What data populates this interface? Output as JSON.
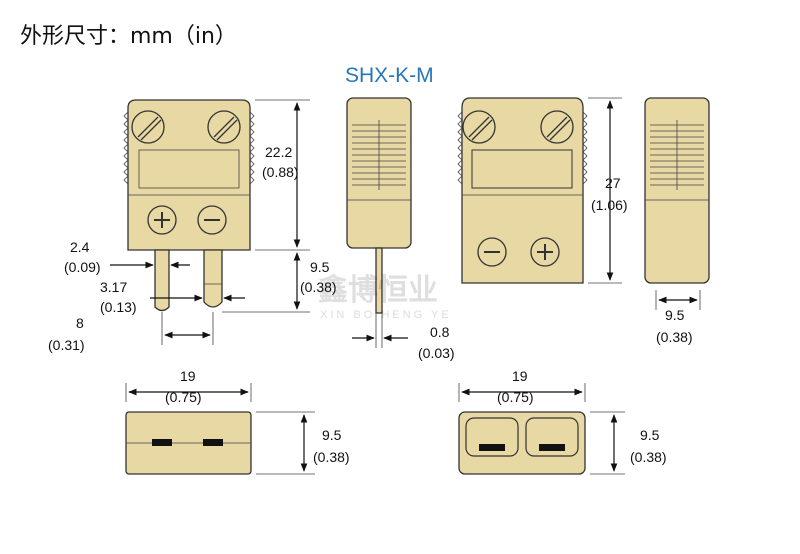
{
  "header": {
    "title": "外形尺寸：mm（in）"
  },
  "model": "SHX-K-M",
  "watermark": {
    "chinese": "鑫博恒业",
    "english": "XIN BO HENG YE"
  },
  "dimensions": {
    "male_body_height": {
      "mm": "22.2",
      "in": "(0.88)"
    },
    "pin_length": {
      "mm": "9.5",
      "in": "(0.38)"
    },
    "pin_thin_width": {
      "mm": "2.4",
      "in": "(0.09)"
    },
    "pin_wide_width": {
      "mm": "3.17",
      "in": "(0.13)"
    },
    "pin_spacing": {
      "mm": "8",
      "in": "(0.31)"
    },
    "side_pin_width": {
      "mm": "0.8",
      "in": "(0.03)"
    },
    "female_body_height": {
      "mm": "27",
      "in": "(1.06)"
    },
    "female_side_width": {
      "mm": "9.5",
      "in": "(0.38)"
    },
    "bottom_left_width": {
      "mm": "19",
      "in": "(0.75)"
    },
    "bottom_left_height": {
      "mm": "9.5",
      "in": "(0.38)"
    },
    "bottom_right_width": {
      "mm": "19",
      "in": "(0.75)"
    },
    "bottom_right_height": {
      "mm": "9.5",
      "in": "(0.38)"
    }
  },
  "colors": {
    "connector_body": "#e8d8a3",
    "model_label": "#2a74b8",
    "outline": "#333333"
  }
}
